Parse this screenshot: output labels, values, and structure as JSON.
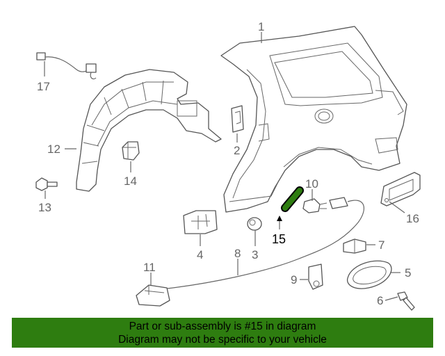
{
  "diagram": {
    "callouts": [
      "1",
      "2",
      "3",
      "4",
      "5",
      "6",
      "7",
      "8",
      "9",
      "10",
      "11",
      "12",
      "13",
      "14",
      "15",
      "16",
      "17"
    ],
    "highlighted": "15",
    "highlight_color": "#2e7d10"
  },
  "banner": {
    "line1": "Part or sub-assembly is #15 in diagram",
    "line2": "Diagram may not be specific to your vehicle",
    "background": "#2e7d10"
  }
}
